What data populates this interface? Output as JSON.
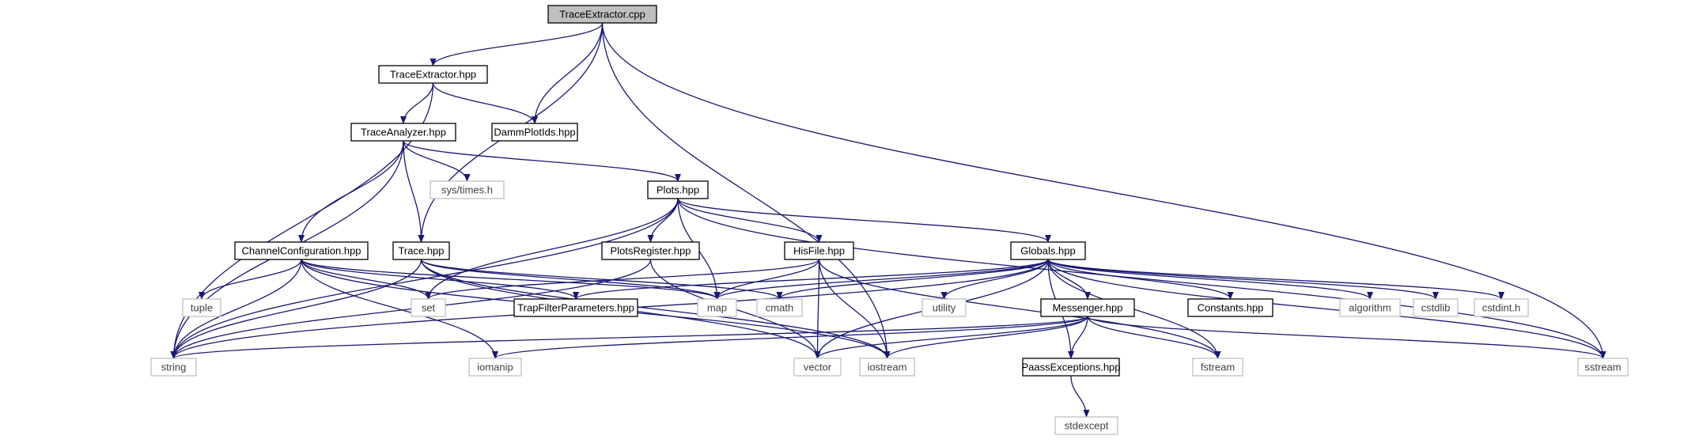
{
  "diagram_title": "",
  "colors": {
    "edge": "#191970",
    "node_border": "#000000",
    "external_node_border": "#bfbfbf",
    "root_fill": "#bfbfbf",
    "background": "#ffffff"
  },
  "nodes": [
    {
      "id": "traceextractor_cpp",
      "label": "TraceExtractor.cpp",
      "kind": "root"
    },
    {
      "id": "traceextractor_hpp",
      "label": "TraceExtractor.hpp",
      "kind": "local"
    },
    {
      "id": "string",
      "label": "string",
      "kind": "external"
    },
    {
      "id": "traceanalyzer_hpp",
      "label": "TraceAnalyzer.hpp",
      "kind": "local"
    },
    {
      "id": "dammplotids_hpp",
      "label": "DammPlotIds.hpp",
      "kind": "local"
    },
    {
      "id": "trace_hpp",
      "label": "Trace.hpp",
      "kind": "local"
    },
    {
      "id": "sstream",
      "label": "sstream",
      "kind": "external"
    },
    {
      "id": "channelconfiguration_hpp",
      "label": "ChannelConfiguration.hpp",
      "kind": "local"
    },
    {
      "id": "sys_times_h",
      "label": "sys/times.h",
      "kind": "external"
    },
    {
      "id": "plots_hpp",
      "label": "Plots.hpp",
      "kind": "local"
    },
    {
      "id": "map",
      "label": "map",
      "kind": "external"
    },
    {
      "id": "iomanip",
      "label": "iomanip",
      "kind": "external"
    },
    {
      "id": "iostream",
      "label": "iostream",
      "kind": "external"
    },
    {
      "id": "set",
      "label": "set",
      "kind": "external"
    },
    {
      "id": "tuple",
      "label": "tuple",
      "kind": "external"
    },
    {
      "id": "trapfilterparameters_hpp",
      "label": "TrapFilterParameters.hpp",
      "kind": "local"
    },
    {
      "id": "vector",
      "label": "vector",
      "kind": "external"
    },
    {
      "id": "cmath",
      "label": "cmath",
      "kind": "external"
    },
    {
      "id": "globals_hpp",
      "label": "Globals.hpp",
      "kind": "local"
    },
    {
      "id": "hisfile_hpp",
      "label": "HisFile.hpp",
      "kind": "local"
    },
    {
      "id": "plotsregister_hpp",
      "label": "PlotsRegister.hpp",
      "kind": "local"
    },
    {
      "id": "algorithm",
      "label": "algorithm",
      "kind": "external"
    },
    {
      "id": "constants_hpp",
      "label": "Constants.hpp",
      "kind": "local"
    },
    {
      "id": "cstdlib",
      "label": "cstdlib",
      "kind": "external"
    },
    {
      "id": "cstdint_h",
      "label": "cstdint.h",
      "kind": "external"
    },
    {
      "id": "fstream",
      "label": "fstream",
      "kind": "external"
    },
    {
      "id": "messenger_hpp",
      "label": "Messenger.hpp",
      "kind": "local"
    },
    {
      "id": "paassexceptions_hpp",
      "label": "PaassExceptions.hpp",
      "kind": "local"
    },
    {
      "id": "utility",
      "label": "utility",
      "kind": "external"
    },
    {
      "id": "stdexcept",
      "label": "stdexcept",
      "kind": "external"
    }
  ],
  "edges": [
    {
      "from": "traceextractor_cpp",
      "to": "traceextractor_hpp"
    },
    {
      "from": "traceextractor_cpp",
      "to": "dammplotids_hpp"
    },
    {
      "from": "traceextractor_cpp",
      "to": "trace_hpp"
    },
    {
      "from": "traceextractor_cpp",
      "to": "iostream"
    },
    {
      "from": "traceextractor_cpp",
      "to": "sstream"
    },
    {
      "from": "traceextractor_hpp",
      "to": "string"
    },
    {
      "from": "traceextractor_hpp",
      "to": "traceanalyzer_hpp"
    },
    {
      "from": "traceextractor_hpp",
      "to": "dammplotids_hpp"
    },
    {
      "from": "traceanalyzer_hpp",
      "to": "string"
    },
    {
      "from": "traceanalyzer_hpp",
      "to": "trace_hpp"
    },
    {
      "from": "traceanalyzer_hpp",
      "to": "channelconfiguration_hpp"
    },
    {
      "from": "traceanalyzer_hpp",
      "to": "sys_times_h"
    },
    {
      "from": "traceanalyzer_hpp",
      "to": "plots_hpp"
    },
    {
      "from": "trace_hpp",
      "to": "string"
    },
    {
      "from": "trace_hpp",
      "to": "map"
    },
    {
      "from": "trace_hpp",
      "to": "iostream"
    },
    {
      "from": "trace_hpp",
      "to": "vector"
    },
    {
      "from": "trace_hpp",
      "to": "cmath"
    },
    {
      "from": "channelconfiguration_hpp",
      "to": "string"
    },
    {
      "from": "channelconfiguration_hpp",
      "to": "map"
    },
    {
      "from": "channelconfiguration_hpp",
      "to": "iomanip"
    },
    {
      "from": "channelconfiguration_hpp",
      "to": "iostream"
    },
    {
      "from": "channelconfiguration_hpp",
      "to": "set"
    },
    {
      "from": "channelconfiguration_hpp",
      "to": "tuple"
    },
    {
      "from": "channelconfiguration_hpp",
      "to": "trapfilterparameters_hpp"
    },
    {
      "from": "plots_hpp",
      "to": "string"
    },
    {
      "from": "plots_hpp",
      "to": "sstream"
    },
    {
      "from": "plots_hpp",
      "to": "map"
    },
    {
      "from": "plots_hpp",
      "to": "set"
    },
    {
      "from": "plots_hpp",
      "to": "globals_hpp"
    },
    {
      "from": "plots_hpp",
      "to": "hisfile_hpp"
    },
    {
      "from": "plots_hpp",
      "to": "plotsregister_hpp"
    },
    {
      "from": "plotsregister_hpp",
      "to": "string"
    },
    {
      "from": "plotsregister_hpp",
      "to": "vector"
    },
    {
      "from": "hisfile_hpp",
      "to": "map"
    },
    {
      "from": "hisfile_hpp",
      "to": "iostream"
    },
    {
      "from": "hisfile_hpp",
      "to": "set"
    },
    {
      "from": "hisfile_hpp",
      "to": "vector"
    },
    {
      "from": "hisfile_hpp",
      "to": "fstream"
    },
    {
      "from": "globals_hpp",
      "to": "string"
    },
    {
      "from": "globals_hpp",
      "to": "sstream"
    },
    {
      "from": "globals_hpp",
      "to": "map"
    },
    {
      "from": "globals_hpp",
      "to": "trapfilterparameters_hpp"
    },
    {
      "from": "globals_hpp",
      "to": "vector"
    },
    {
      "from": "globals_hpp",
      "to": "cmath"
    },
    {
      "from": "globals_hpp",
      "to": "algorithm"
    },
    {
      "from": "globals_hpp",
      "to": "constants_hpp"
    },
    {
      "from": "globals_hpp",
      "to": "cstdlib"
    },
    {
      "from": "globals_hpp",
      "to": "cstdint_h"
    },
    {
      "from": "globals_hpp",
      "to": "fstream"
    },
    {
      "from": "globals_hpp",
      "to": "messenger_hpp"
    },
    {
      "from": "globals_hpp",
      "to": "paassexceptions_hpp"
    },
    {
      "from": "globals_hpp",
      "to": "utility"
    },
    {
      "from": "messenger_hpp",
      "to": "string"
    },
    {
      "from": "messenger_hpp",
      "to": "sstream"
    },
    {
      "from": "messenger_hpp",
      "to": "iomanip"
    },
    {
      "from": "messenger_hpp",
      "to": "iostream"
    },
    {
      "from": "messenger_hpp",
      "to": "vector"
    },
    {
      "from": "messenger_hpp",
      "to": "fstream"
    },
    {
      "from": "messenger_hpp",
      "to": "paassexceptions_hpp"
    },
    {
      "from": "paassexceptions_hpp",
      "to": "stdexcept"
    }
  ]
}
